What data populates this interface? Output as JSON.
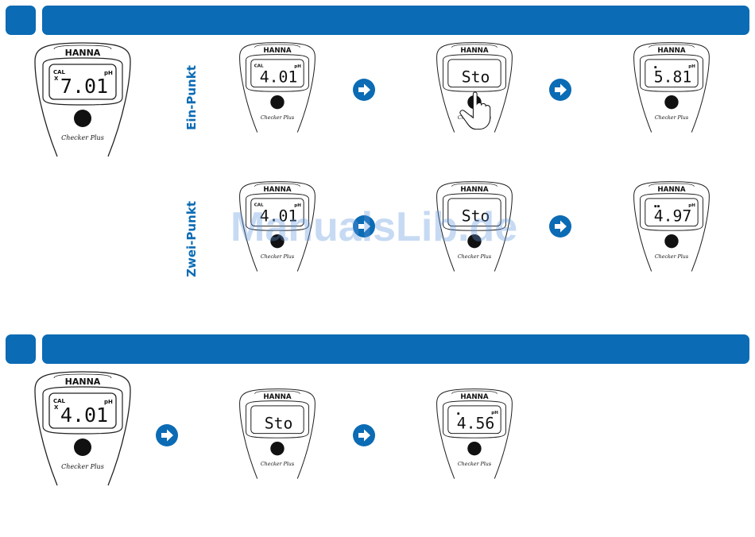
{
  "brand": "HANNA",
  "model_label": "Checker Plus",
  "accent_color": "#0b6bb4",
  "row_labels": {
    "one_point": "Ein-Punkt",
    "two_point": "Zwei-Punkt"
  },
  "watermark": "ManualsLib.de",
  "meters": [
    {
      "value": "7.01",
      "cal": "CAL",
      "mark": "X",
      "unit": "pH",
      "indicator": "",
      "hand": false
    },
    {
      "value": "4.01",
      "cal": "CAL",
      "mark": "",
      "unit": "pH",
      "indicator": "",
      "hand": false
    },
    {
      "value": "Sto",
      "cal": "",
      "mark": "",
      "unit": "",
      "indicator": "",
      "hand": true
    },
    {
      "value": "5.81",
      "cal": "",
      "mark": "",
      "unit": "pH",
      "indicator": "▪",
      "hand": false
    },
    {
      "value": "4.01",
      "cal": "CAL",
      "mark": "",
      "unit": "pH",
      "indicator": "",
      "hand": false
    },
    {
      "value": "Sto",
      "cal": "",
      "mark": "",
      "unit": "",
      "indicator": "",
      "hand": false
    },
    {
      "value": "4.97",
      "cal": "",
      "mark": "",
      "unit": "pH",
      "indicator": "▪▪",
      "hand": false
    },
    {
      "value": "4.01",
      "cal": "CAL",
      "mark": "X",
      "unit": "pH",
      "indicator": "",
      "hand": false
    },
    {
      "value": "Sto",
      "cal": "",
      "mark": "",
      "unit": "",
      "indicator": "",
      "hand": false
    },
    {
      "value": "4.56",
      "cal": "",
      "mark": "",
      "unit": "pH",
      "indicator": "▪",
      "hand": false
    }
  ]
}
